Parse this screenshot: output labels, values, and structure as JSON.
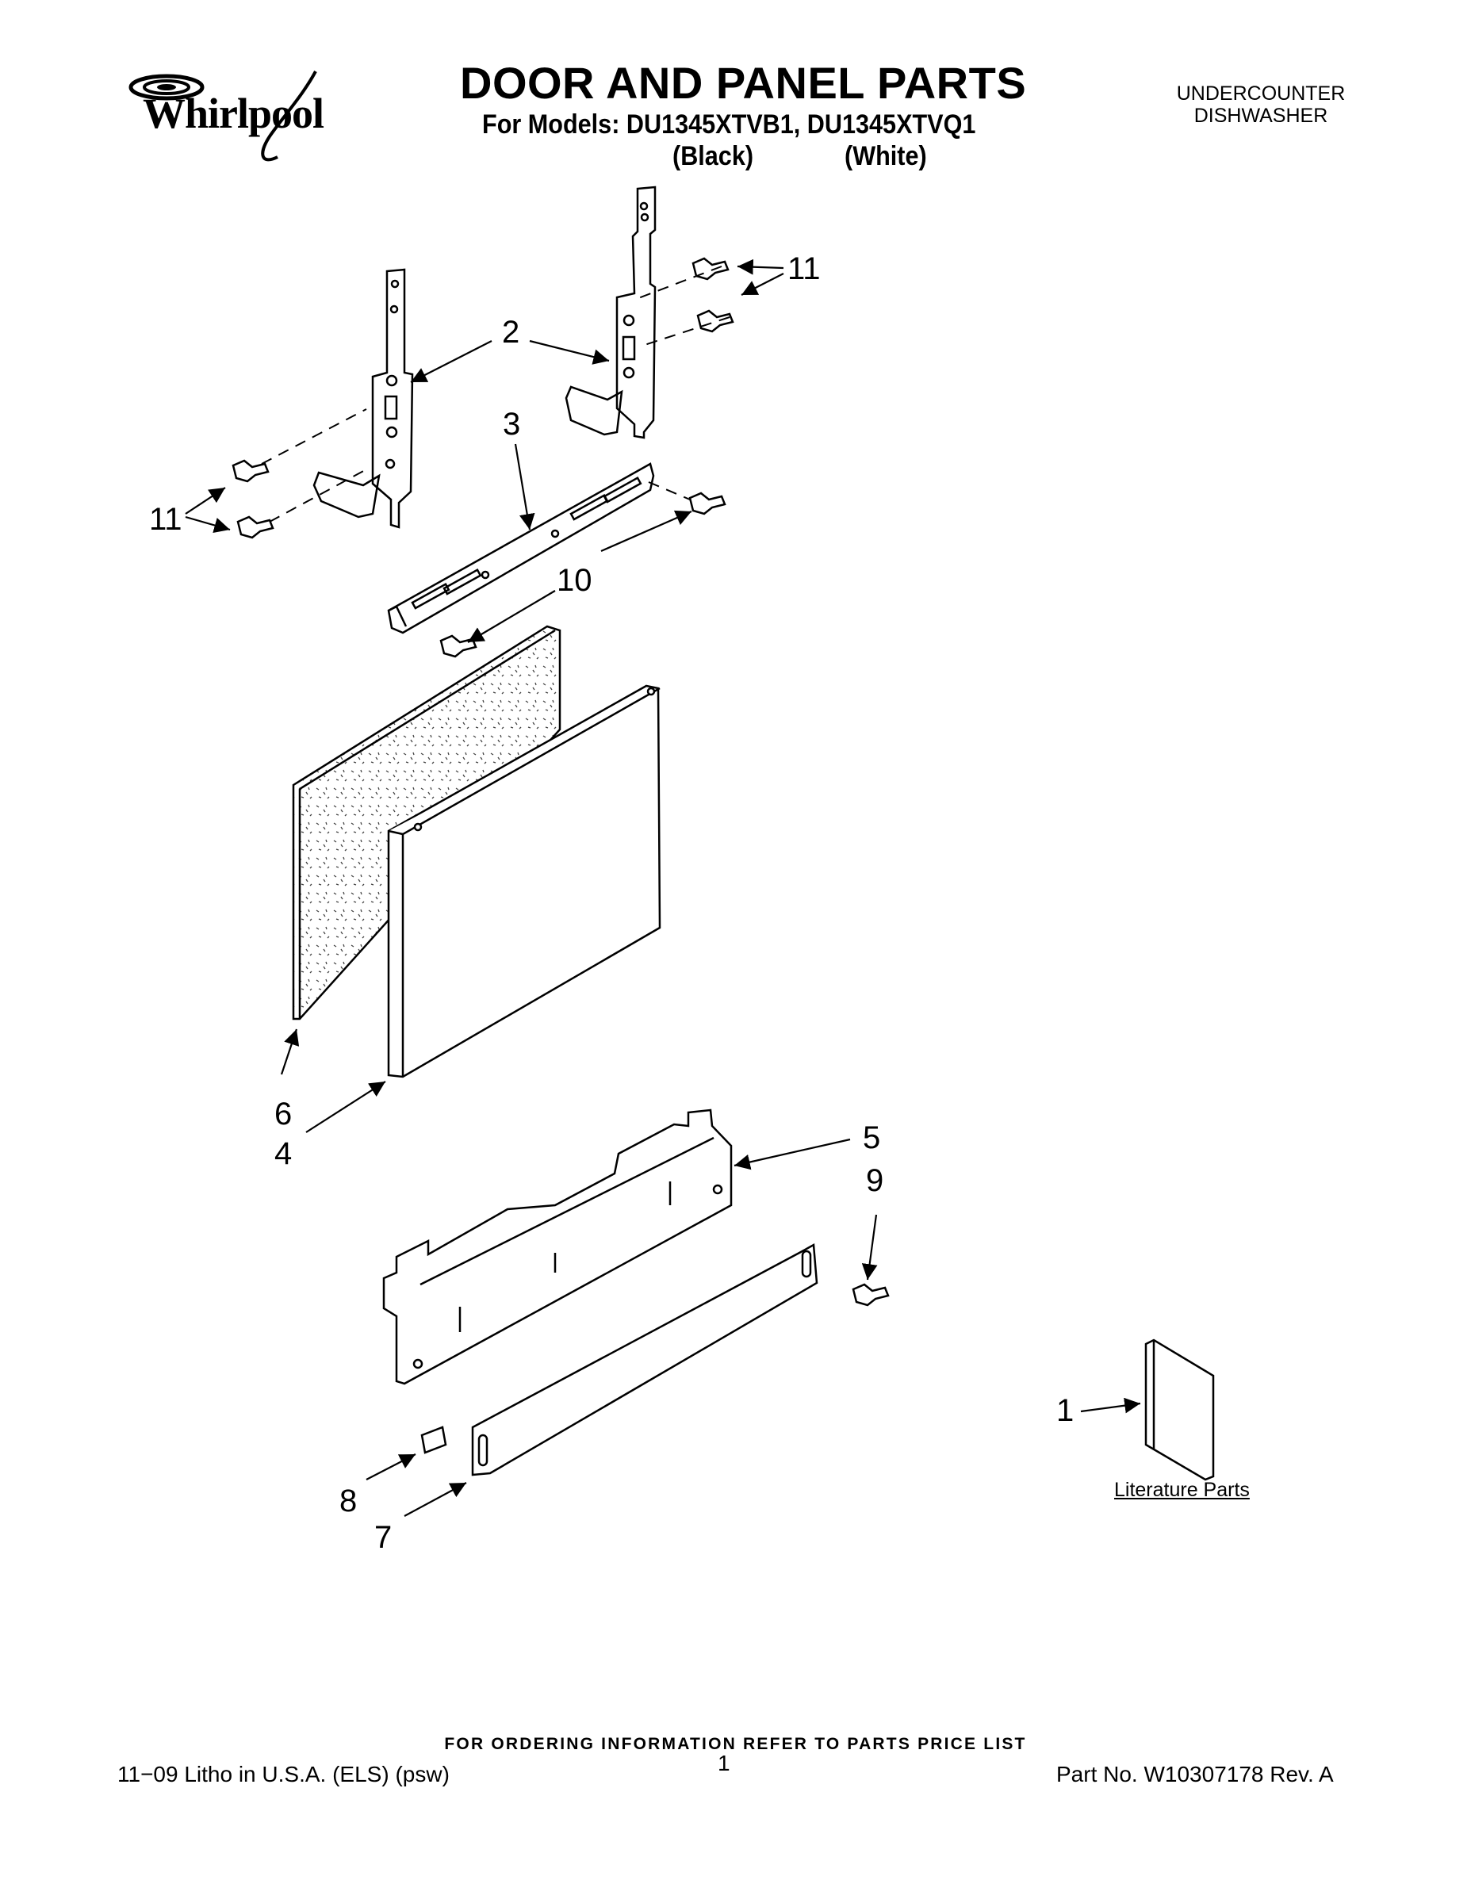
{
  "header": {
    "brand": "Whirlpool",
    "title": "DOOR AND PANEL PARTS",
    "models_line": "For Models: DU1345XTVB1, DU1345XTVQ1",
    "color_black": "(Black)",
    "color_white": "(White)",
    "product_line1": "UNDERCOUNTER",
    "product_line2": "DISHWASHER"
  },
  "callouts": [
    "11",
    "2",
    "11",
    "3",
    "10",
    "6",
    "4",
    "5",
    "9",
    "1",
    "8",
    "7"
  ],
  "literature_label": "Literature Parts",
  "footer": {
    "note": "FOR ORDERING INFORMATION REFER TO PARTS PRICE LIST",
    "left": "11−09 Litho in U.S.A. (ELS) (psw)",
    "page": "1",
    "right": "Part No. W10307178 Rev. A"
  }
}
